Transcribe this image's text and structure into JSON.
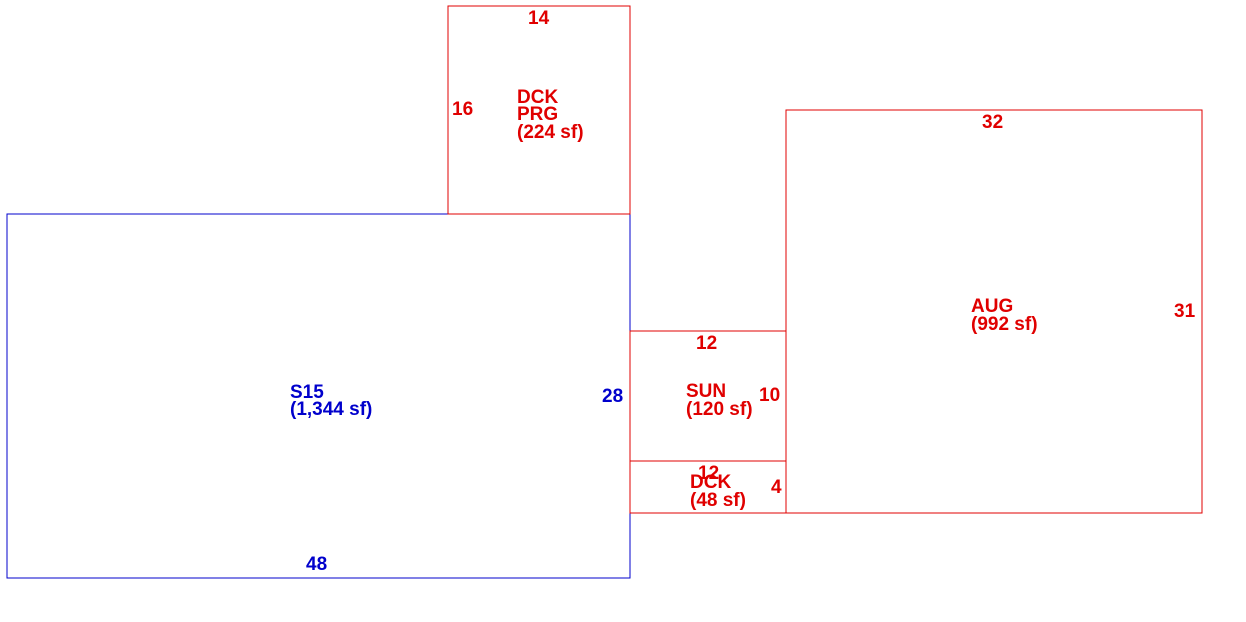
{
  "colors": {
    "primary": "#0000cc",
    "addition": "#e00000"
  },
  "rooms": {
    "s15": {
      "code": "S15",
      "area": "(1,344 sf)",
      "dim_right": "28",
      "dim_bottom": "48"
    },
    "dck_prg": {
      "code_1": "DCK",
      "code_2": "PRG",
      "area": "(224 sf)",
      "dim_top": "14",
      "dim_left": "16"
    },
    "sun": {
      "code": "SUN",
      "area": "(120 sf)",
      "dim_top": "12",
      "dim_right": "10"
    },
    "dck": {
      "code": "DCK",
      "area": "(48 sf)",
      "dim_top": "12",
      "dim_right": "4"
    },
    "aug": {
      "code": "AUG",
      "area": "(992 sf)",
      "dim_top": "32",
      "dim_right": "31"
    }
  }
}
